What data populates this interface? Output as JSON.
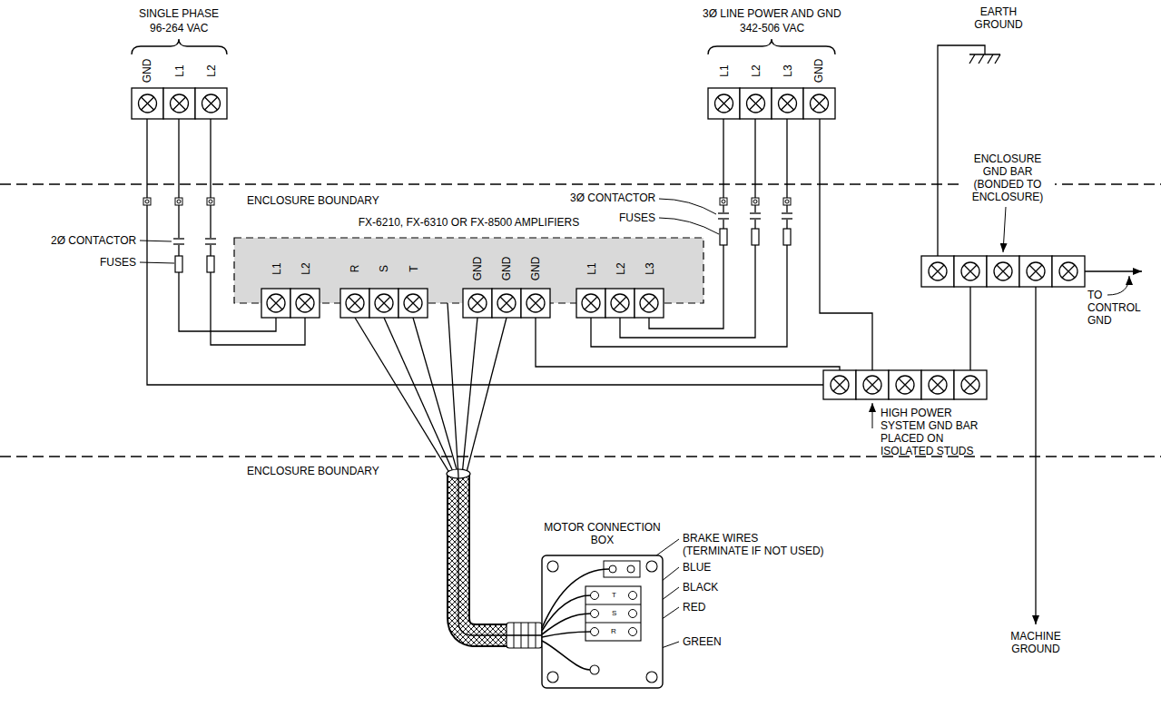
{
  "diagram": {
    "nodes": [
      {
        "text": [
          "FX-6210, FX-6310 OR FX-8500 AMPLIFIERS"
        ]
      },
      {
        "text": [
          "MOTOR CONNECTION BOX"
        ]
      }
    ],
    "edges": [
      {
        "from": 0,
        "to": 1,
        "arrow": "none"
      }
    ],
    "labels": [
      "SINGLE PHASE",
      "96-264 VAC",
      "GND",
      "L1",
      "L2",
      "3Ø LINE POWER AND GND",
      "342-506 VAC",
      "L1",
      "L2",
      "L3",
      "GND",
      "EARTH GROUND",
      "ENCLOSURE BOUNDARY",
      "3Ø CONTACTOR",
      "FUSES",
      "ENCLOSURE GND BAR (BONDED TO ENCLOSURE)",
      "2Ø CONTACTOR",
      "FUSES",
      "L1",
      "L2",
      "R",
      "S",
      "T",
      "GND",
      "GND",
      "GND",
      "L1",
      "L2",
      "L3",
      "TO CONTROL GND",
      "HIGH POWER SYSTEM GND BAR PLACED ON ISOLATED STUDS",
      "ENCLOSURE BOUNDARY",
      "BRAKE WIRES (TERMINATE IF NOT USED)",
      "BLUE",
      "BLACK",
      "RED",
      "GREEN",
      "T",
      "S",
      "R",
      "MACHINE GROUND"
    ]
  }
}
